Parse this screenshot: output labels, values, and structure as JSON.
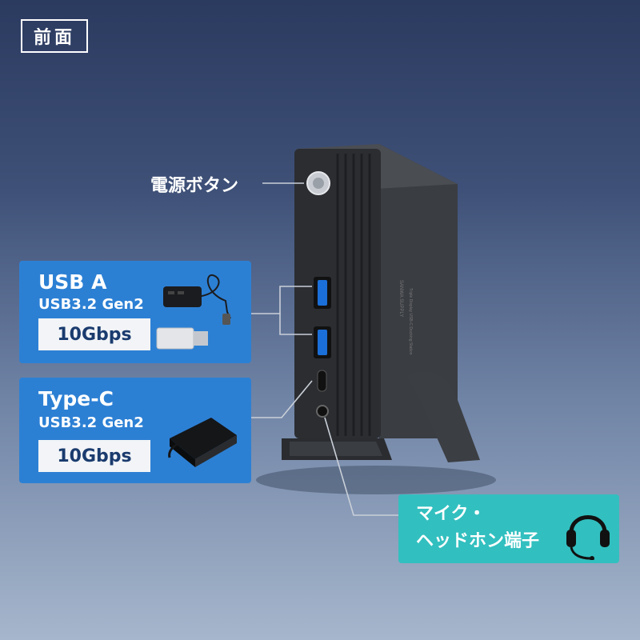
{
  "tag": "前面",
  "power": {
    "label": "電源ボタン"
  },
  "usb_a": {
    "title": "USB A",
    "spec": "USB3.2 Gen2",
    "speed": "10Gbps"
  },
  "type_c": {
    "title": "Type-C",
    "spec": "USB3.2 Gen2",
    "speed": "10Gbps"
  },
  "audio": {
    "line1": "マイク・",
    "line2": "ヘッドホン端子"
  },
  "device_text": {
    "brand": "SANWA SUPPLY",
    "product": "Triple Display USB-C Docking Station"
  },
  "colors": {
    "panel_blue": "#2c80d4",
    "panel_cyan": "#32bfbf",
    "usb_port_blue": "#1b6fd8",
    "device": "#2f3134"
  }
}
